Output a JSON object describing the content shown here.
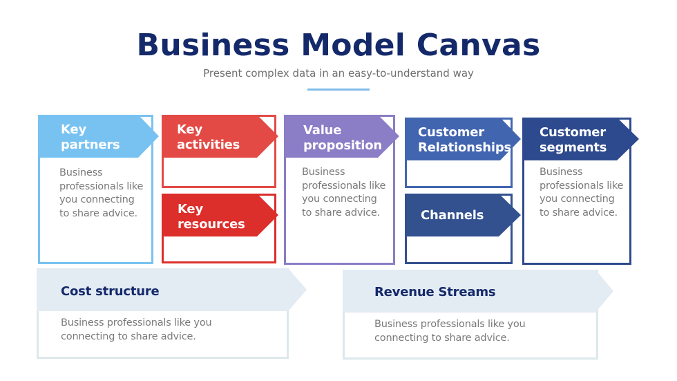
{
  "header": {
    "title": "Business Model Canvas",
    "subtitle": "Present complex data in an easy-to-understand way"
  },
  "colors": {
    "title": "#14296a",
    "accent_line": "#7fbde8",
    "key_partners": "#78c2f2",
    "key_activities": "#e34a45",
    "key_resources": "#dc2e2a",
    "value_proposition": "#8b7dc6",
    "customer_relationships": "#4265b0",
    "channels": "#33508f",
    "customer_segments": "#2e4a8e",
    "bottom_header": "#e3ebf3",
    "bottom_border": "#dde8ec"
  },
  "blocks": {
    "key_partners": {
      "title_line1": "Key",
      "title_line2": "partners",
      "desc": [
        "Business",
        "professionals like",
        "you connecting",
        "to share advice."
      ]
    },
    "key_activities": {
      "title_line1": "Key",
      "title_line2": "activities"
    },
    "key_resources": {
      "title_line1": "Key",
      "title_line2": "resources"
    },
    "value_proposition": {
      "title_line1": "Value",
      "title_line2": "proposition",
      "desc": [
        "Business",
        "professionals like",
        "you connecting",
        "to share advice."
      ]
    },
    "customer_relationships": {
      "title_line1": "Customer",
      "title_line2": "Relationships"
    },
    "channels": {
      "title_line1": "Channels"
    },
    "customer_segments": {
      "title_line1": "Customer",
      "title_line2": "segments",
      "desc": [
        "Business",
        "professionals like",
        "you connecting",
        "to share advice."
      ]
    },
    "cost_structure": {
      "title": "Cost structure",
      "desc": [
        "Business professionals like you",
        "connecting to share advice."
      ]
    },
    "revenue_streams": {
      "title": "Revenue Streams",
      "desc": [
        "Business professionals like you",
        "connecting to share advice."
      ]
    }
  }
}
